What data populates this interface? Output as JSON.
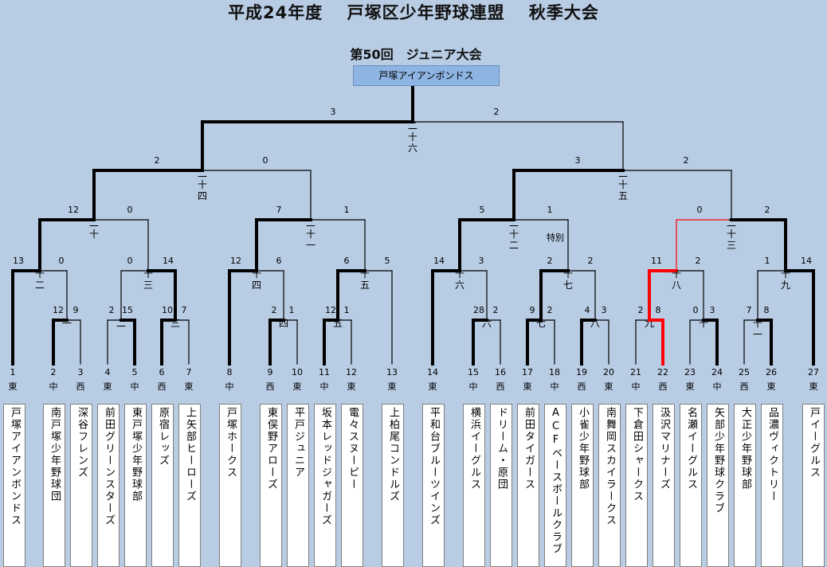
{
  "header": {
    "title": "平成24年度　 戸塚区少年野球連盟　 秋季大会",
    "subtitle": "第50回　ジュニア大会"
  },
  "champion": "戸塚アイアンボンドス",
  "slots": [
    {
      "num": "1",
      "dist": "東"
    },
    {
      "num": "2",
      "dist": "中"
    },
    {
      "num": "3",
      "dist": "西"
    },
    {
      "num": "4",
      "dist": "東"
    },
    {
      "num": "5",
      "dist": "中"
    },
    {
      "num": "6",
      "dist": "西"
    },
    {
      "num": "7",
      "dist": "東"
    },
    {
      "num": "8",
      "dist": "中"
    },
    {
      "num": "9",
      "dist": "西"
    },
    {
      "num": "10",
      "dist": "東"
    },
    {
      "num": "11",
      "dist": "中"
    },
    {
      "num": "12",
      "dist": "東"
    },
    {
      "num": "13",
      "dist": "東"
    },
    {
      "num": "14",
      "dist": "東"
    },
    {
      "num": "15",
      "dist": "中"
    },
    {
      "num": "16",
      "dist": "西"
    },
    {
      "num": "17",
      "dist": "東"
    },
    {
      "num": "18",
      "dist": "中"
    },
    {
      "num": "19",
      "dist": "西"
    },
    {
      "num": "20",
      "dist": "東"
    },
    {
      "num": "21",
      "dist": "中"
    },
    {
      "num": "22",
      "dist": "西"
    },
    {
      "num": "23",
      "dist": "東"
    },
    {
      "num": "24",
      "dist": "中"
    },
    {
      "num": "25",
      "dist": "西"
    },
    {
      "num": "26",
      "dist": "東"
    },
    {
      "num": "27",
      "dist": "東"
    }
  ],
  "teams": [
    "戸塚アイアンボンドス",
    "南戸塚少年野球団",
    "深谷フレンズ",
    "前田グリーンスターズ",
    "東戸塚少年野球部",
    "原宿レッズ",
    "上矢部ヒーローズ",
    "戸塚ホークス",
    "東俣野アローズ",
    "平戸ジュニア",
    "坂本レッドジャガーズ",
    "電々スヌーピー",
    "上柏尾コンドルズ",
    "平和台ブルーツインズ",
    "横浜イーグルス",
    "ドリーム・原団",
    "前田タイガース",
    "ACFベースボールクラブ",
    "小雀少年野球部",
    "南舞岡スカイラークス",
    "下倉田シャークス",
    "汲沢マリナーズ",
    "名瀬イーグルス",
    "矢部少年野球クラブ",
    "大正少年野球部",
    "品濃ヴィクトリー",
    "戸イーグルス"
  ],
  "game_labels": [
    "一",
    "二",
    "三",
    "四",
    "五",
    "六",
    "七",
    "八",
    "九",
    "十",
    "十一",
    "十二",
    "十三",
    "十四",
    "十五",
    "十六",
    "十七",
    "十八",
    "十九",
    "二十",
    "二十一",
    "二十二",
    "二十三",
    "二十四",
    "二十五",
    "二十六"
  ],
  "special_label": "特別",
  "scores": [
    "3",
    "2",
    "2",
    "0",
    "3",
    "2",
    "12",
    "0",
    "7",
    "1",
    "5",
    "1",
    "0",
    "2",
    "13",
    "0",
    "0",
    "14",
    "12",
    "6",
    "6",
    "5",
    "14",
    "3",
    "2",
    "2",
    "11",
    "2",
    "1",
    "14",
    "12",
    "9",
    "2",
    "15",
    "10",
    "7",
    "2",
    "1",
    "12",
    "1",
    "28",
    "2",
    "9",
    "2",
    "4",
    "3",
    "2",
    "8",
    "0",
    "3",
    "7",
    "8"
  ],
  "colors": {
    "background": "#b8cce4",
    "line": "#000000",
    "highlight": "#ff0000",
    "champion_box": "#8db4e2"
  }
}
